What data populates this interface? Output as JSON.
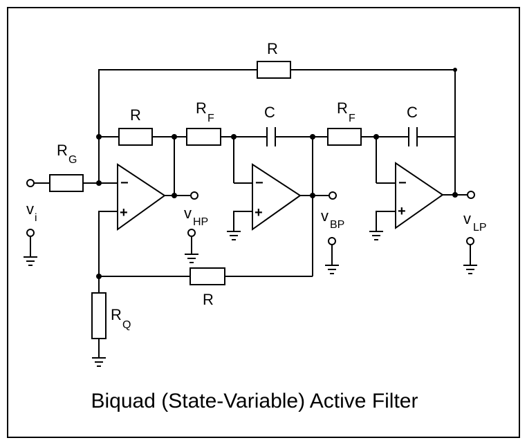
{
  "diagram": {
    "title": "Biquad (State-Variable) Active Filter",
    "components": {
      "r_top": "R",
      "r_inner": "R",
      "rf1": {
        "main": "R",
        "sub": "F"
      },
      "c1": "C",
      "rf2": {
        "main": "R",
        "sub": "F"
      },
      "c2": "C",
      "rg": {
        "main": "R",
        "sub": "G"
      },
      "r_bottom": "R",
      "rq": {
        "main": "R",
        "sub": "Q"
      }
    },
    "terminals": {
      "vi": {
        "main": "v",
        "sub": "i"
      },
      "vhp": {
        "main": "v",
        "sub": "HP"
      },
      "vbp": {
        "main": "v",
        "sub": "BP"
      },
      "vlp": {
        "main": "v",
        "sub": "LP"
      }
    },
    "opamp_signs": {
      "minus": "−",
      "plus": "+"
    }
  }
}
